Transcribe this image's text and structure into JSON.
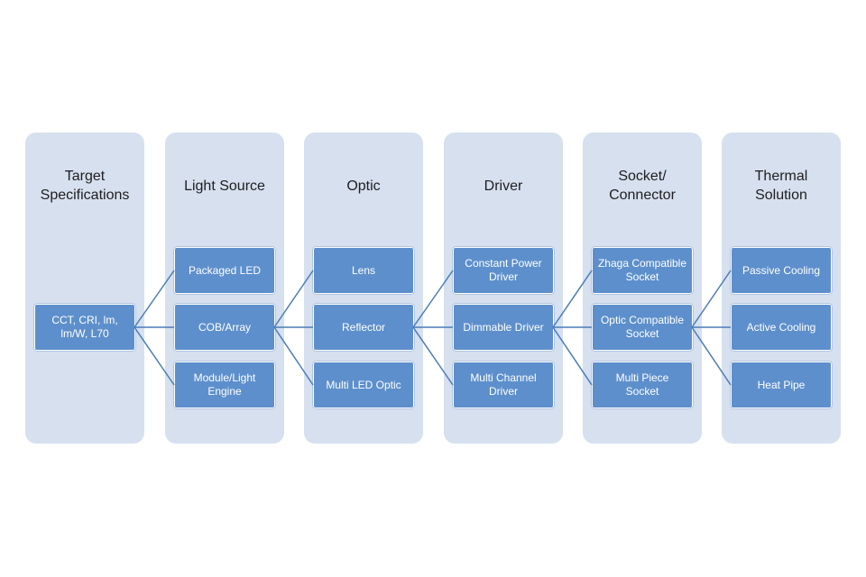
{
  "diagram": {
    "columns": [
      {
        "title": "Target\nSpecifications",
        "items": [
          "CCT, CRI, lm,\nlm/W, L70"
        ]
      },
      {
        "title": "Light Source",
        "items": [
          "Packaged LED",
          "COB/Array",
          "Module/Light\nEngine"
        ]
      },
      {
        "title": "Optic",
        "items": [
          "Lens",
          "Reflector",
          "Multi LED Optic"
        ]
      },
      {
        "title": "Driver",
        "items": [
          "Constant Power\nDriver",
          "Dimmable Driver",
          "Multi Channel\nDriver"
        ]
      },
      {
        "title": "Socket/\nConnector",
        "items": [
          "Zhaga Compatible\nSocket",
          "Optic Compatible\nSocket",
          "Multi Piece\nSocket"
        ]
      },
      {
        "title": "Thermal\nSolution",
        "items": [
          "Passive Cooling",
          "Active Cooling",
          "Heat Pipe"
        ]
      }
    ],
    "colors": {
      "column_background": "#d6e0ef",
      "item_fill": "#5d8fcc",
      "item_text": "#ffffff",
      "connector": "#4a7cb8",
      "title_text": "#1e1e1e"
    }
  }
}
